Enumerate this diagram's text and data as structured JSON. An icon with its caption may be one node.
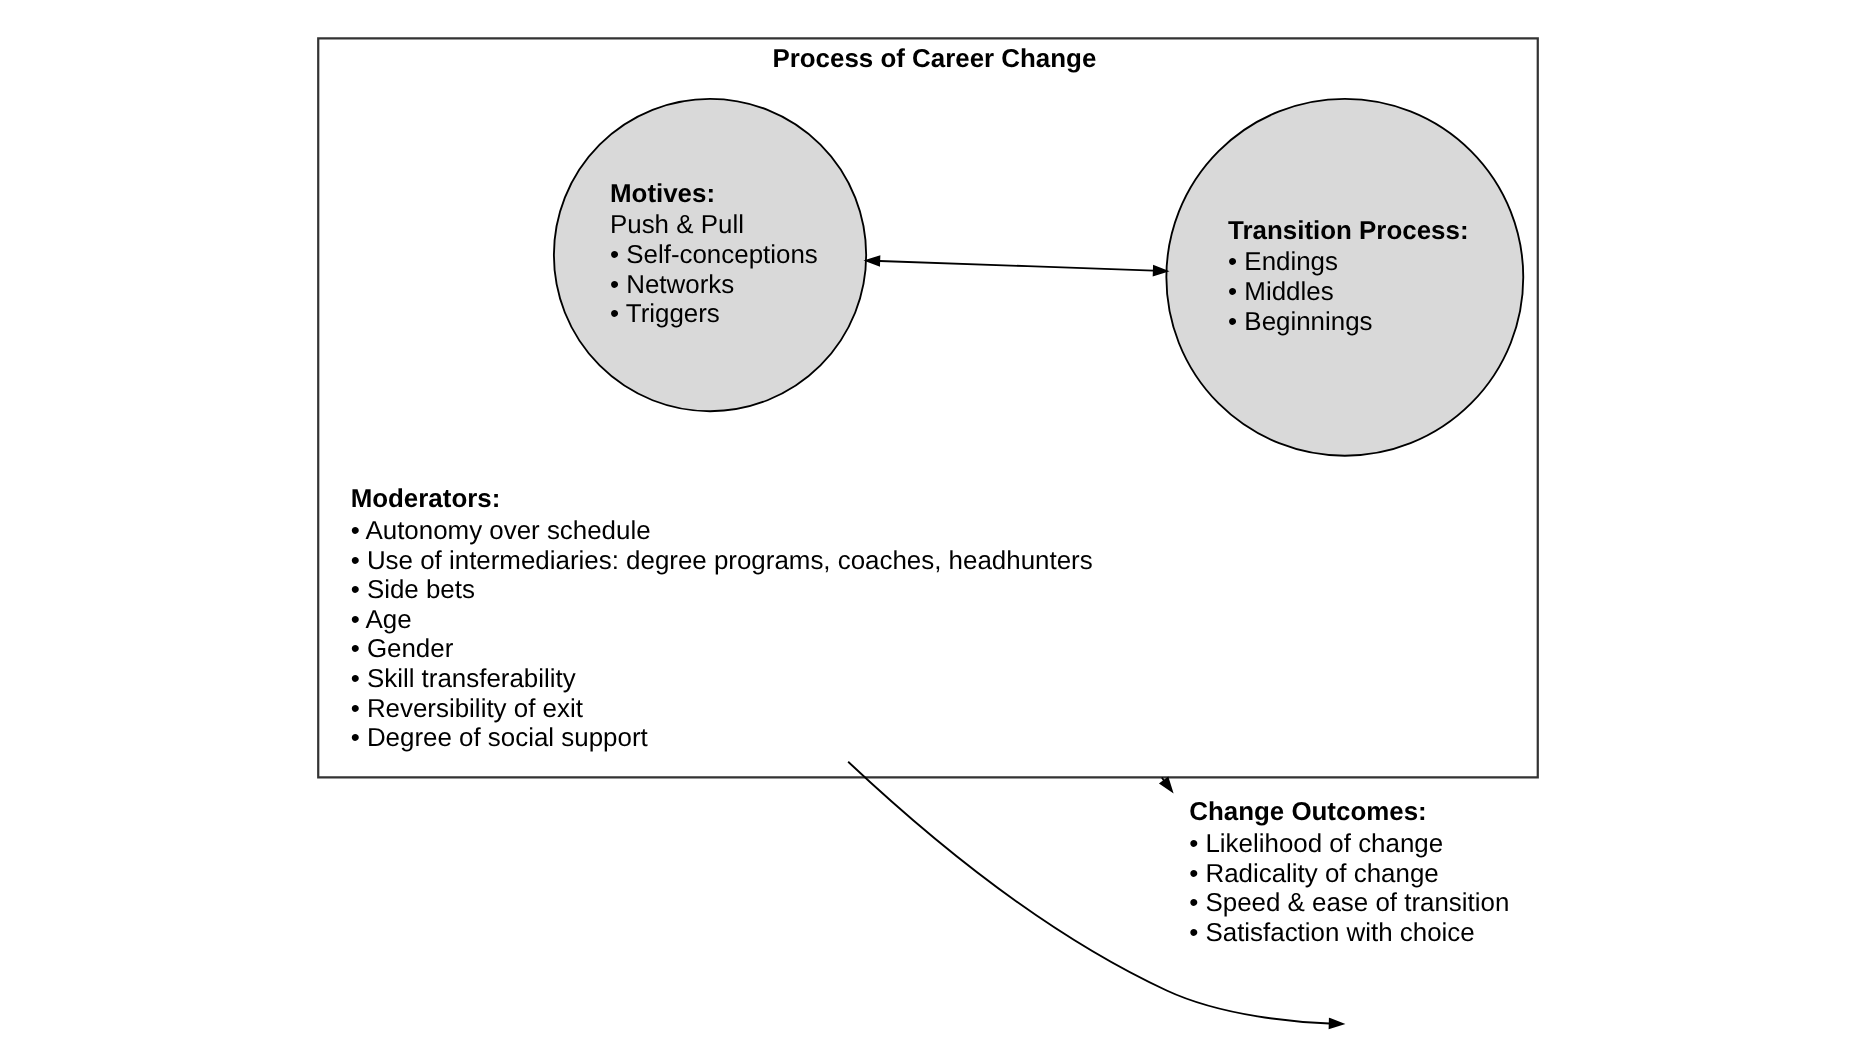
{
  "diagram": {
    "nodes": [
      {
        "text": [
          "Process of Career Change"
        ]
      },
      {
        "text": [
          "Motives:",
          "Push & Pull",
          "• Self-conceptions",
          "• Networks",
          "• Triggers"
        ],
        "in": 0
      },
      {
        "text": [
          "Transition Process:",
          "• Endings",
          "• Middles",
          "• Beginnings"
        ],
        "in": 0
      },
      {
        "text": [
          "Moderators:",
          "• Autonomy over schedule",
          "• Use of intermediaries: degree programs, coaches, headhunters",
          "• Side bets",
          "• Age",
          "• Gender",
          "• Skill transferability",
          "• Reversibility of exit",
          "• Degree of social support"
        ],
        "in": 0
      },
      {
        "text": [
          "Change Outcomes:",
          "• Likelihood of change",
          "• Radicality of change",
          "• Speed & ease of transition",
          "• Satisfaction with choice"
        ]
      }
    ],
    "edges": [
      {
        "from": 1,
        "to": 2,
        "arrow": "both"
      },
      {
        "from": 3,
        "to": null,
        "arrow": "to"
      },
      {
        "from": 0,
        "to": 4,
        "arrow": "to"
      }
    ]
  }
}
